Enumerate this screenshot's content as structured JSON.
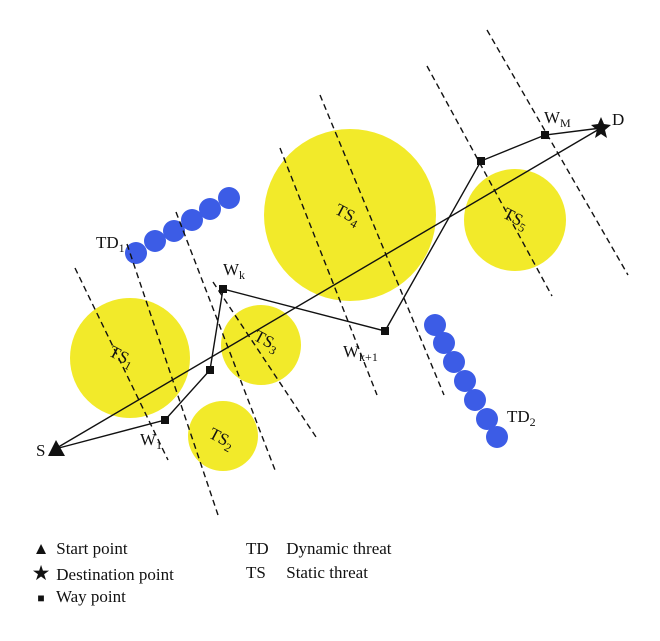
{
  "threats": {
    "static": [
      {
        "id": "TS1",
        "base": "TS",
        "sub": "1"
      },
      {
        "id": "TS2",
        "base": "TS",
        "sub": "2"
      },
      {
        "id": "TS3",
        "base": "TS",
        "sub": "3"
      },
      {
        "id": "TS4",
        "base": "TS",
        "sub": "4"
      },
      {
        "id": "TS5",
        "base": "TS",
        "sub": "5"
      }
    ],
    "dynamic": [
      {
        "id": "TD1",
        "base": "TD",
        "sub": "1"
      },
      {
        "id": "TD2",
        "base": "TD",
        "sub": "2"
      }
    ]
  },
  "points": {
    "start": "S",
    "destination": "D",
    "waypoints": [
      {
        "base": "W",
        "sub": "1"
      },
      {
        "base": "W",
        "sub": "k"
      },
      {
        "base": "W",
        "sub": "k+1"
      },
      {
        "base": "W",
        "sub": "M"
      }
    ]
  },
  "legend": {
    "start": "Start point",
    "destination": "Destination point",
    "waypoint": "Way point",
    "td_abbr": "TD",
    "td_text": "Dynamic threat",
    "ts_abbr": "TS",
    "ts_text": "Static threat"
  },
  "colors": {
    "static_threat": "#f2ea2a",
    "dynamic_threat": "#3c5ce6",
    "line": "#111111"
  }
}
